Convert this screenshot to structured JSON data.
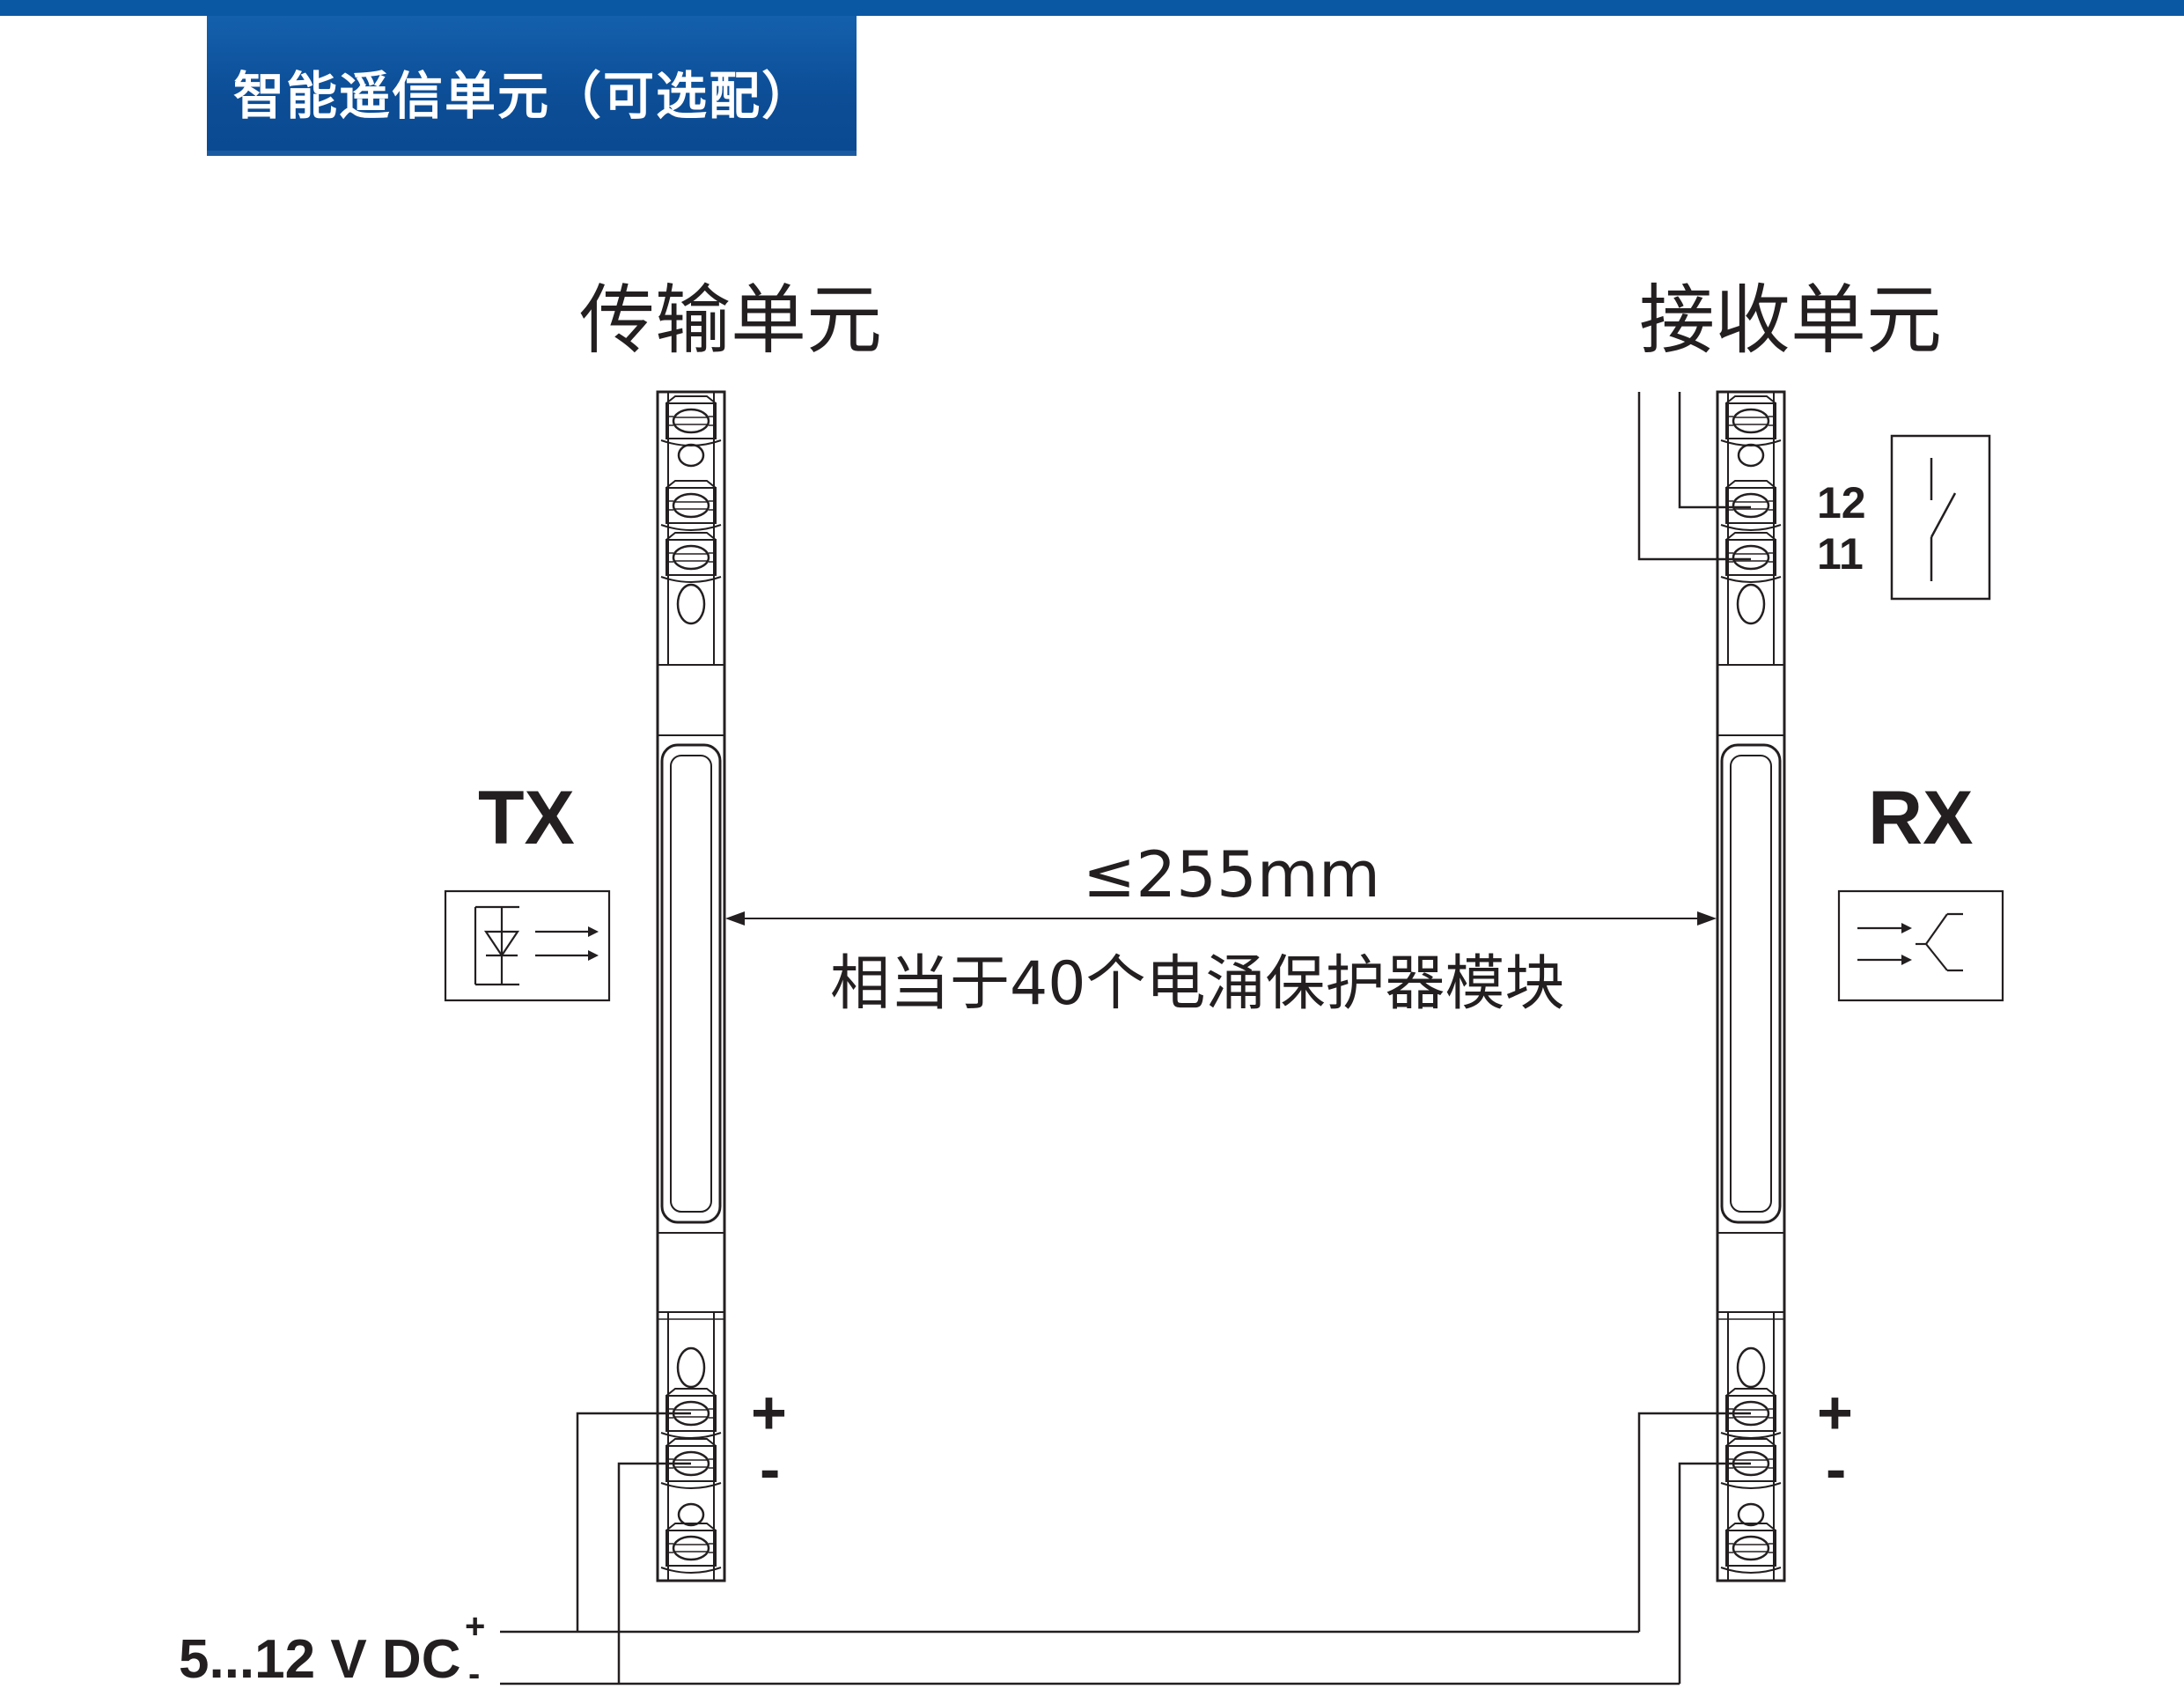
{
  "header": {
    "title": "智能遥信单元（可选配）"
  },
  "colors": {
    "brand_blue": "#0a57a3",
    "line": "#231f20"
  },
  "transmitter": {
    "title": "传输单元",
    "code": "TX",
    "symbol_icon": "led-emitter-icon"
  },
  "receiver": {
    "title": "接收单元",
    "code": "RX",
    "symbol_icon": "photo-receiver-icon",
    "contact_icon": "relay-contact-icon"
  },
  "span": {
    "distance": "≤255mm",
    "note": "相当于40个电涌保护器模块"
  },
  "terminals": {
    "relay_pin_top": "12",
    "relay_pin_bottom": "11",
    "plus": "+",
    "minus": "-"
  },
  "supply": {
    "voltage": "5...12 V DC",
    "plus": "+",
    "minus": "-"
  }
}
